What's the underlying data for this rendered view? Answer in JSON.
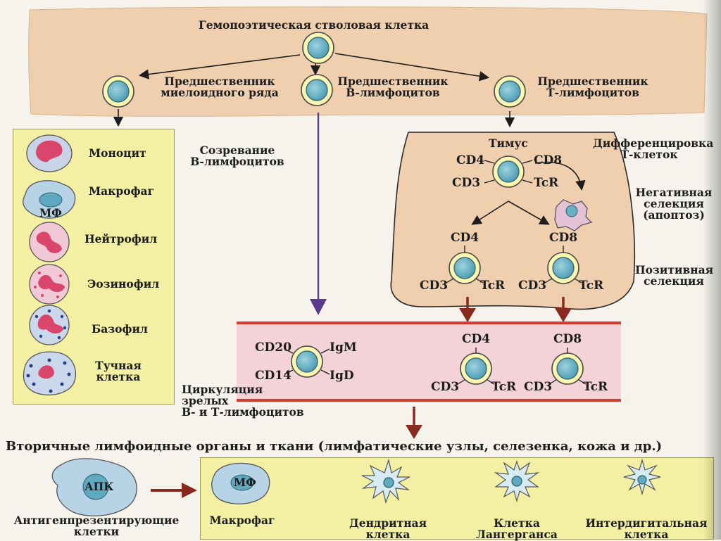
{
  "top": {
    "title": "Гемопоэтическая стволовая клетка",
    "myeloid": [
      "Предшественник",
      "миелоидного ряда"
    ],
    "b_prog": [
      "Предшественник",
      "В-лимфоцитов"
    ],
    "t_prog": [
      "Предшественник",
      "Т-лимфоцитов"
    ]
  },
  "myeloid_cells": [
    {
      "label": "Моноцит"
    },
    {
      "label": "Макрофаг",
      "inner": "МФ"
    },
    {
      "label": "Нейтрофил"
    },
    {
      "label": "Эозинофил"
    },
    {
      "label": "Базофил"
    },
    {
      "label": [
        "Тучная",
        "клетка"
      ]
    }
  ],
  "b_maturation": [
    "Созревание",
    "В-лимфоцитов"
  ],
  "thymus": {
    "title": "Тимус",
    "differentiation": [
      "Дифференцировка",
      "Т-клеток"
    ],
    "negative": [
      "Негативная",
      "селекция",
      "(апоптоз)"
    ],
    "positive": [
      "Позитивная",
      "селекция"
    ],
    "markers_top": [
      "CD4",
      "CD8",
      "CD3",
      "TcR"
    ],
    "cd4_cell": [
      "CD4",
      "CD3",
      "TcR"
    ],
    "cd8_cell": [
      "CD8",
      "CD3",
      "TcR"
    ]
  },
  "circulation": {
    "b_markers": [
      "CD20",
      "IgM",
      "CD14",
      "IgD"
    ],
    "cd4_cell": [
      "CD4",
      "CD3",
      "TcR"
    ],
    "cd8_cell": [
      "CD8",
      "CD3",
      "TcR"
    ],
    "label": [
      "Циркуляция",
      "зрелых",
      "В- и Т-лимфоцитов"
    ]
  },
  "secondary_title": "Вторичные лимфоидные органы и ткани (лимфатические узлы, селезенка, кожа и др.)",
  "apc": {
    "inner": "АПК",
    "label": [
      "Антигенпрезентирующие",
      "клетки"
    ],
    "types": [
      {
        "inner": "МФ",
        "label": [
          "Макрофаг"
        ]
      },
      {
        "label": [
          "Дендритная",
          "клетка"
        ]
      },
      {
        "label": [
          "Клетка",
          "Лангерганса"
        ]
      },
      {
        "label": [
          "Интердигитальная",
          "клетка"
        ]
      }
    ]
  },
  "colors": {
    "band": "#efcfae",
    "yellow_box": "#f3f0a3",
    "circulation": "#f4d3d8",
    "vessel_line": "#d63a2f",
    "purple_arrow": "#5b3a8e",
    "brown_arrow": "#8a2a1e",
    "nucleus": "#66b5c9",
    "cell_ring": "#fbf6b0"
  }
}
